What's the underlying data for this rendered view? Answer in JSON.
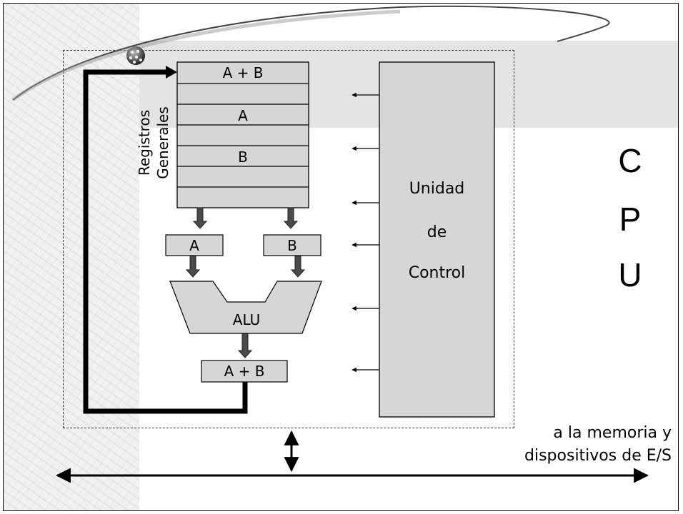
{
  "diagram": {
    "registers": {
      "label_line1": "Registros",
      "label_line2": "Generales",
      "slots": [
        "A + B",
        "",
        "A",
        "",
        "B",
        "",
        ""
      ]
    },
    "latches": {
      "a": "A",
      "b": "B"
    },
    "alu": "ALU",
    "result": "A + B",
    "control_unit": [
      "Unidad",
      "de",
      "Control"
    ],
    "cpu_letters": [
      "C",
      "P",
      "U"
    ],
    "bus_label_line1": "a la memoria y",
    "bus_label_line2": "dispositivos de E/S"
  }
}
